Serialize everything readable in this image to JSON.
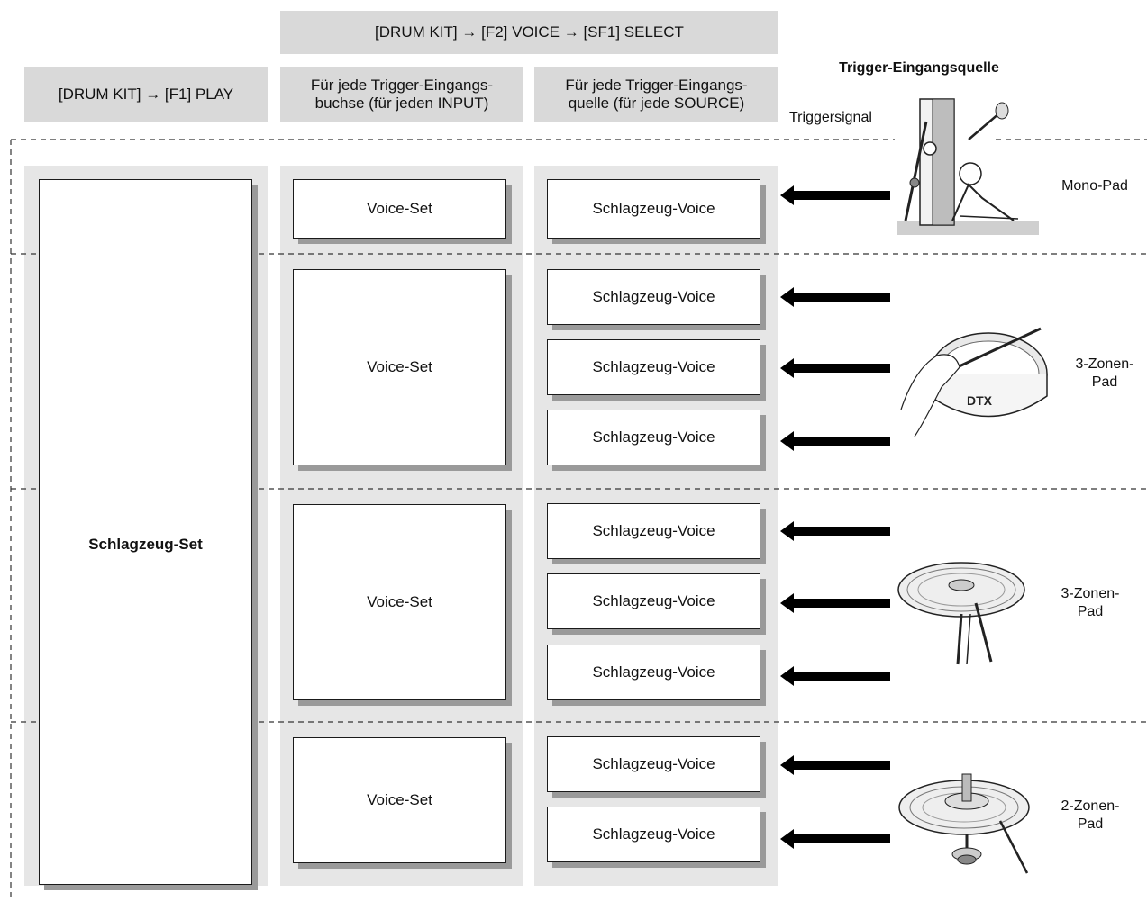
{
  "headers": {
    "voice_path": "[DRUM KIT] → [F2] VOICE → [SF1] SELECT",
    "play_path": "[DRUM KIT] → [F1] PLAY",
    "per_input": "Für jede Trigger-Eingangs-\nbuchse (für jeden INPUT)",
    "per_source": "Für jede Trigger-Eingangs-\nquelle (für jede SOURCE)",
    "trigger_source": "Trigger-Eingangsquelle",
    "trigger_signal": "Triggersignal"
  },
  "drum_kit": "Schlagzeug-Set",
  "voice_set": "Voice-Set",
  "drum_voice": "Schlagzeug-Voice",
  "pads": {
    "mono": "Mono-Pad",
    "three_zone_1": "3-Zonen-\nPad",
    "three_zone_2": "3-Zonen-\nPad",
    "two_zone": "2-Zonen-\nPad"
  },
  "pad_logo": "DTX",
  "colors": {
    "header_bg": "#d9d9d9",
    "column_bg": "#e6e6e6",
    "shadow": "#9a9a9a",
    "arrow": "#000000"
  }
}
